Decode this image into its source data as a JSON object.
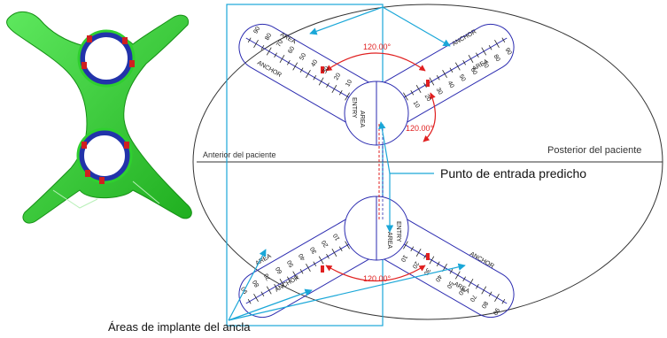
{
  "labels": {
    "entry_point": "Punto de entrada predicho",
    "anchor_areas": "Áreas de implante del ancla",
    "anterior": "Anterior del paciente",
    "posterior": "Posterior del paciente"
  },
  "angles": {
    "top": "120.00°",
    "right": "120.00°",
    "bottom": "120.00°"
  },
  "arm_text": {
    "anchor": "ANCHOR",
    "area": "AREA",
    "entry": "ENTRY",
    "center_area": "AREA"
  },
  "scale_ticks": [
    "10",
    "20",
    "30",
    "40",
    "50",
    "60",
    "70",
    "80",
    "90"
  ],
  "colors": {
    "outline": "#2b2bb0",
    "leader": "#1aa7d8",
    "angle_arc": "#e02020",
    "device_green": "#2fcf2f",
    "device_ring": "#2233aa",
    "ellipse": "#333333"
  }
}
